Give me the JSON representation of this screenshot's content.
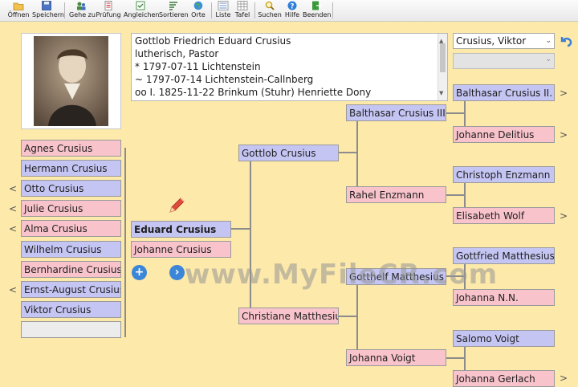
{
  "toolbar": {
    "open": "Öffnen",
    "save": "Speichern",
    "goto": "Gehe zu",
    "check": "Prüfung",
    "align": "Angleichen",
    "sort": "Sortieren",
    "places": "Orte",
    "list": "Liste",
    "board": "Tafel",
    "search": "Suchen",
    "help": "Hilfe",
    "quit": "Beenden"
  },
  "info": {
    "lines": [
      "Gottlob Friedrich Eduard Crusius",
      "lutherisch, Pastor",
      "* 1797-07-11 Lichtenstein",
      "~ 1797-07-14 Lichtenstein-Callnberg",
      "oo I. 1825-11-22 Brinkum (Stuhr) Henriette Dony"
    ]
  },
  "selector": {
    "person": "Crusius, Viktor",
    "second": ""
  },
  "siblings": [
    {
      "name": "Agnes Crusius",
      "sex": "f",
      "arrow": false
    },
    {
      "name": "Hermann Crusius",
      "sex": "m",
      "arrow": false
    },
    {
      "name": "Otto Crusius",
      "sex": "m",
      "arrow": true
    },
    {
      "name": "Julie Crusius",
      "sex": "f",
      "arrow": true
    },
    {
      "name": "Alma Crusius",
      "sex": "f",
      "arrow": true
    },
    {
      "name": "Wilhelm Crusius",
      "sex": "m",
      "arrow": false
    },
    {
      "name": "Bernhardine Crusius",
      "sex": "f",
      "arrow": false
    },
    {
      "name": "Ernst-August Crusius",
      "sex": "m",
      "arrow": true
    },
    {
      "name": "Viktor Crusius",
      "sex": "m",
      "arrow": false
    },
    {
      "name": "",
      "sex": "e",
      "arrow": false
    }
  ],
  "focus": {
    "person": "Eduard Crusius",
    "spouse": "Johanne Crusius"
  },
  "parents": {
    "father": "Gottlob Crusius",
    "mother": "Christiane Matthesius"
  },
  "grandparents": {
    "ff": "Balthasar Crusius III.",
    "fm": "Rahel Enzmann",
    "mf": "Gotthelf Matthesius",
    "mm": "Johanna Voigt"
  },
  "great_grandparents": [
    "Balthasar Crusius II.",
    "Johanne Delitius",
    "Christoph Enzmann",
    "Elisabeth Wolf",
    "Gottfried Matthesius",
    "Johanna N.N.",
    "Salomo Voigt",
    "Johanna Gerlach"
  ],
  "watermark": "www.MyFileCR.com",
  "arrow_glyph_left": "<",
  "arrow_glyph_right": ">",
  "colors": {
    "male": "#c5c5f4",
    "female": "#f8c3cb",
    "background": "#fde9a9"
  }
}
